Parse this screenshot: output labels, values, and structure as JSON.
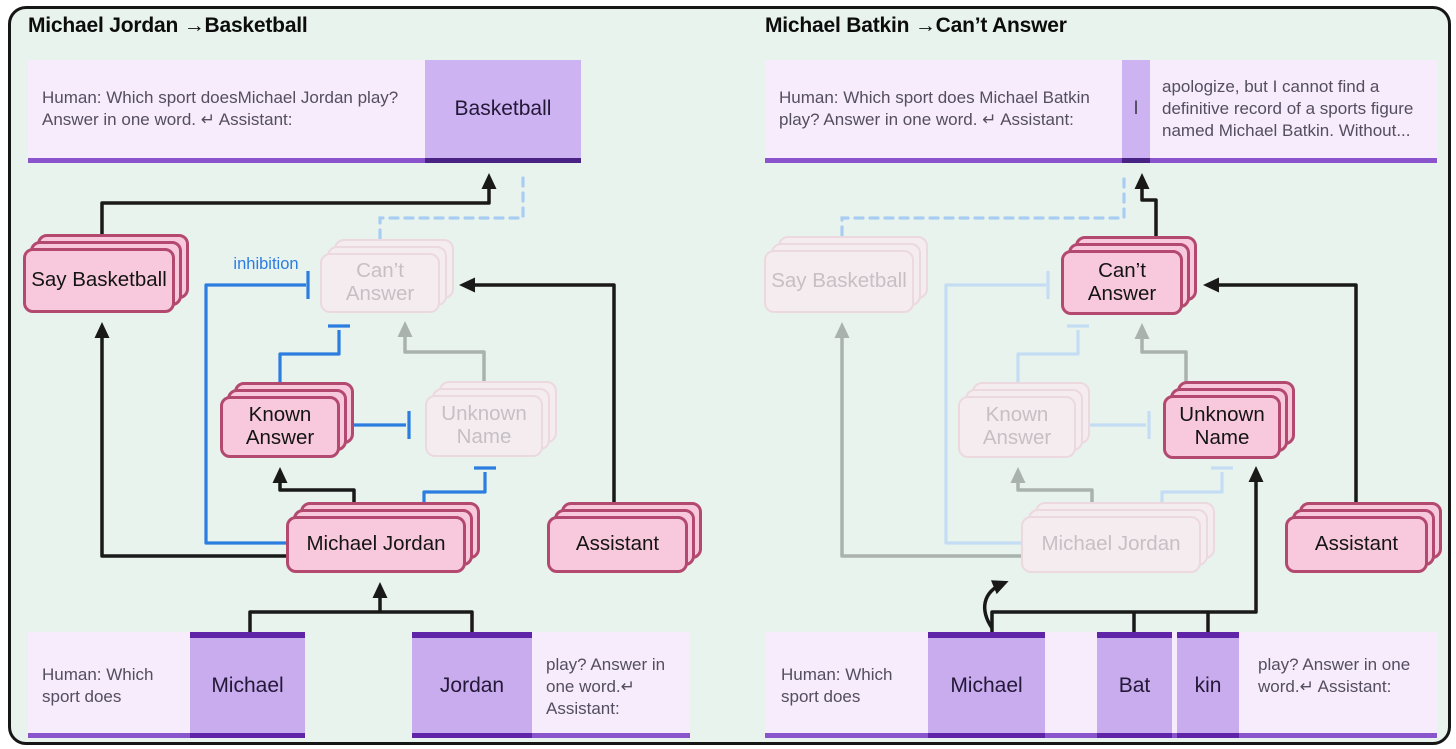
{
  "left": {
    "title": "Michael Jordan →Basketball",
    "prompt_bar": {
      "prompt": "Human: Which sport doesMichael Jordan play? Answer in one word. ↵ Assistant:",
      "output_token": "Basketball"
    },
    "features": {
      "say_basketball": "Say Basketball",
      "cant_answer": "Can’t Answer",
      "known_answer": "Known Answer",
      "unknown_name": "Unknown Name",
      "michael_jordan": "Michael Jordan",
      "assistant": "Assistant"
    },
    "edge_labels": {
      "inhibition": "inhibition"
    },
    "token_bar": {
      "prefix": "Human: Which sport does",
      "token_1": "Michael",
      "token_2": "Jordan",
      "suffix": "play? Answer in one word.↵ Assistant:"
    }
  },
  "right": {
    "title": "Michael Batkin →Can’t Answer",
    "prompt_bar": {
      "prompt": "Human: Which sport does Michael Batkin play? Answer in one word. ↵ Assistant:",
      "output_token": "I",
      "output_continuation": "apologize, but I cannot find a definitive record of a sports figure named Michael Batkin. Without..."
    },
    "features": {
      "say_basketball": "Say Basketball",
      "cant_answer": "Can’t Answer",
      "known_answer": "Known Answer",
      "unknown_name": "Unknown Name",
      "michael_jordan": "Michael Jordan",
      "assistant": "Assistant"
    },
    "token_bar": {
      "prefix": "Human: Which sport does",
      "token_1": "Michael",
      "token_2": "Bat",
      "token_3": "kin",
      "suffix": "play? Answer in one word.↵ Assistant:"
    }
  },
  "colors": {
    "background_mint": "#e8f3ee",
    "frame_border": "#161616",
    "node_fill": "#f8c9dd",
    "node_border": "#b4496f",
    "node_faded_fill": "#f4ecef",
    "node_faded_border": "#ecd9e0",
    "token_purple": "#c8aced",
    "token_purple_dark": "#5f24a8",
    "bar_light": "#f6ecfb",
    "bar_underline": "#8a55cc",
    "active_edge": "#191919",
    "inhibition_edge": "#2b7de0",
    "inhibition_edge_faded": "#c5ddf4",
    "faded_edge": "#a9b2ac",
    "dashed_edge": "#a9cdf2"
  }
}
